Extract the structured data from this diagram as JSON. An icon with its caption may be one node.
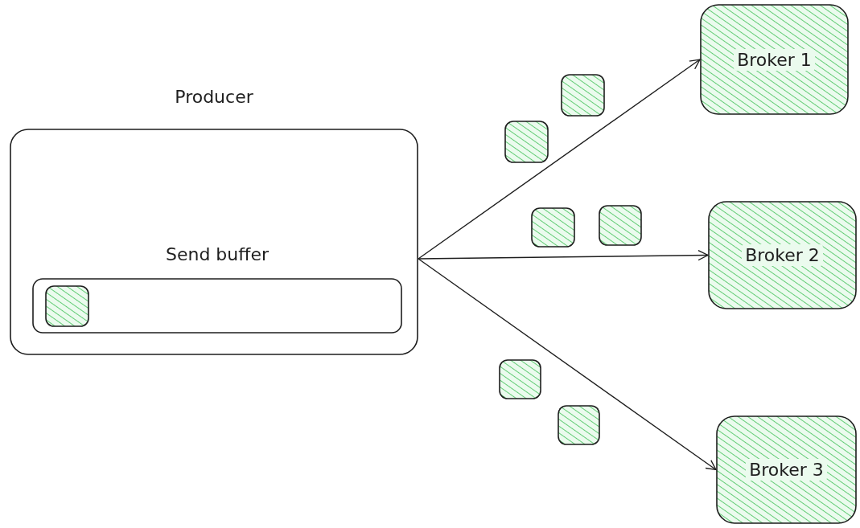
{
  "diagram": {
    "nodes": [
      {
        "text": [
          "Producer"
        ]
      },
      {
        "text": [
          "Send buffer"
        ],
        "in": 0
      },
      {
        "text": [],
        "shape": "box",
        "in": 1
      },
      {
        "text": [
          "Broker 1"
        ]
      },
      {
        "text": [
          "Broker 2"
        ]
      },
      {
        "text": [
          "Broker 3"
        ]
      },
      {
        "text": [],
        "shape": "box"
      },
      {
        "text": [],
        "shape": "box"
      },
      {
        "text": [],
        "shape": "box"
      },
      {
        "text": [],
        "shape": "box"
      },
      {
        "text": [],
        "shape": "box"
      },
      {
        "text": [],
        "shape": "box"
      }
    ],
    "edges": [
      {
        "from": 0,
        "to": 3,
        "arrow": "to"
      },
      {
        "from": 0,
        "to": 4,
        "arrow": "to"
      },
      {
        "from": 0,
        "to": 5,
        "arrow": "to"
      }
    ]
  }
}
